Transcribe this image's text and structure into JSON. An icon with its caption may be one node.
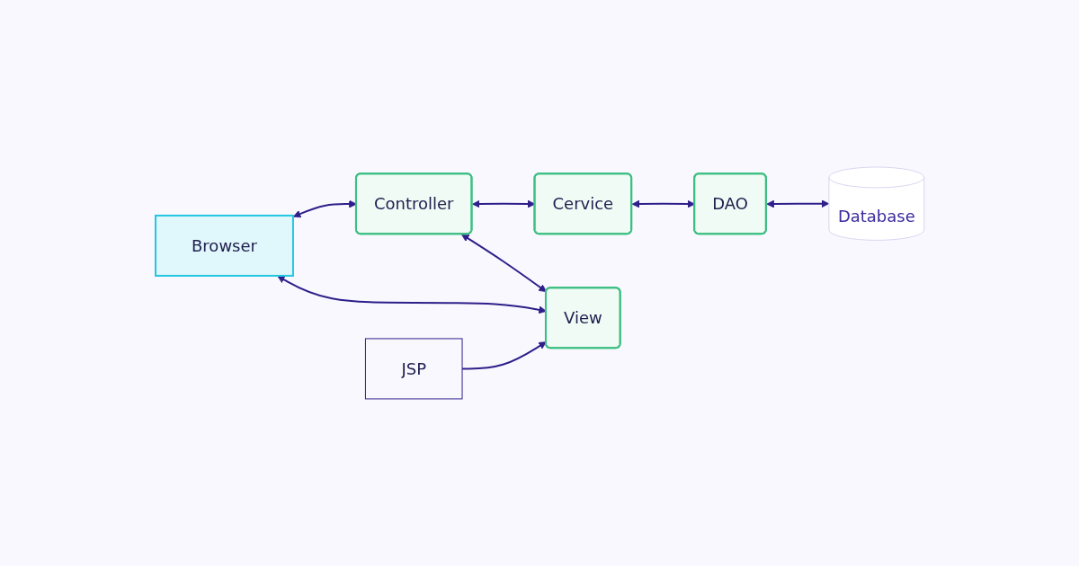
{
  "diagram": {
    "nodes": [
      {
        "text": [
          "Browser"
        ]
      },
      {
        "text": [
          "Controller"
        ]
      },
      {
        "text": [
          "Cervice"
        ]
      },
      {
        "text": [
          "DAO"
        ]
      },
      {
        "text": [
          "Database"
        ]
      },
      {
        "text": [
          "View"
        ]
      },
      {
        "text": [
          "JSP"
        ]
      }
    ],
    "edges": [
      {
        "from": 0,
        "to": 1,
        "arrow": "both"
      },
      {
        "from": 1,
        "to": 2,
        "arrow": "both"
      },
      {
        "from": 2,
        "to": 3,
        "arrow": "both"
      },
      {
        "from": 3,
        "to": 4,
        "arrow": "both"
      },
      {
        "from": 1,
        "to": 5,
        "arrow": "both"
      },
      {
        "from": 0,
        "to": 5,
        "arrow": "both"
      },
      {
        "from": 6,
        "to": 5,
        "arrow": "to"
      }
    ]
  }
}
